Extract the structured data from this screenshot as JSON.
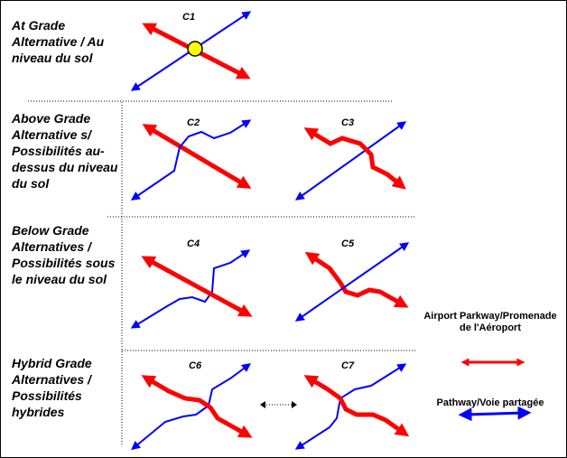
{
  "rows": [
    {
      "label": "At Grade Alternative / Au niveau du sol"
    },
    {
      "label": "Above Grade Alternative s/ Possibilités au-dessus du niveau du sol"
    },
    {
      "label": "Below Grade Alternatives / Possibilités sous le niveau du sol"
    },
    {
      "label": "Hybrid Grade Alternatives / Possibilités hybrides"
    }
  ],
  "crossings": [
    "C1",
    "C2",
    "C3",
    "C4",
    "C5",
    "C6",
    "C7"
  ],
  "legend": {
    "airport": "Airport Parkway/Promenade de l'Aéroport",
    "pathway": "Pathway/Voie partagée"
  },
  "colors": {
    "parkway": "#ff0000",
    "pathway": "#0000ff",
    "junction": "#ffff00"
  }
}
